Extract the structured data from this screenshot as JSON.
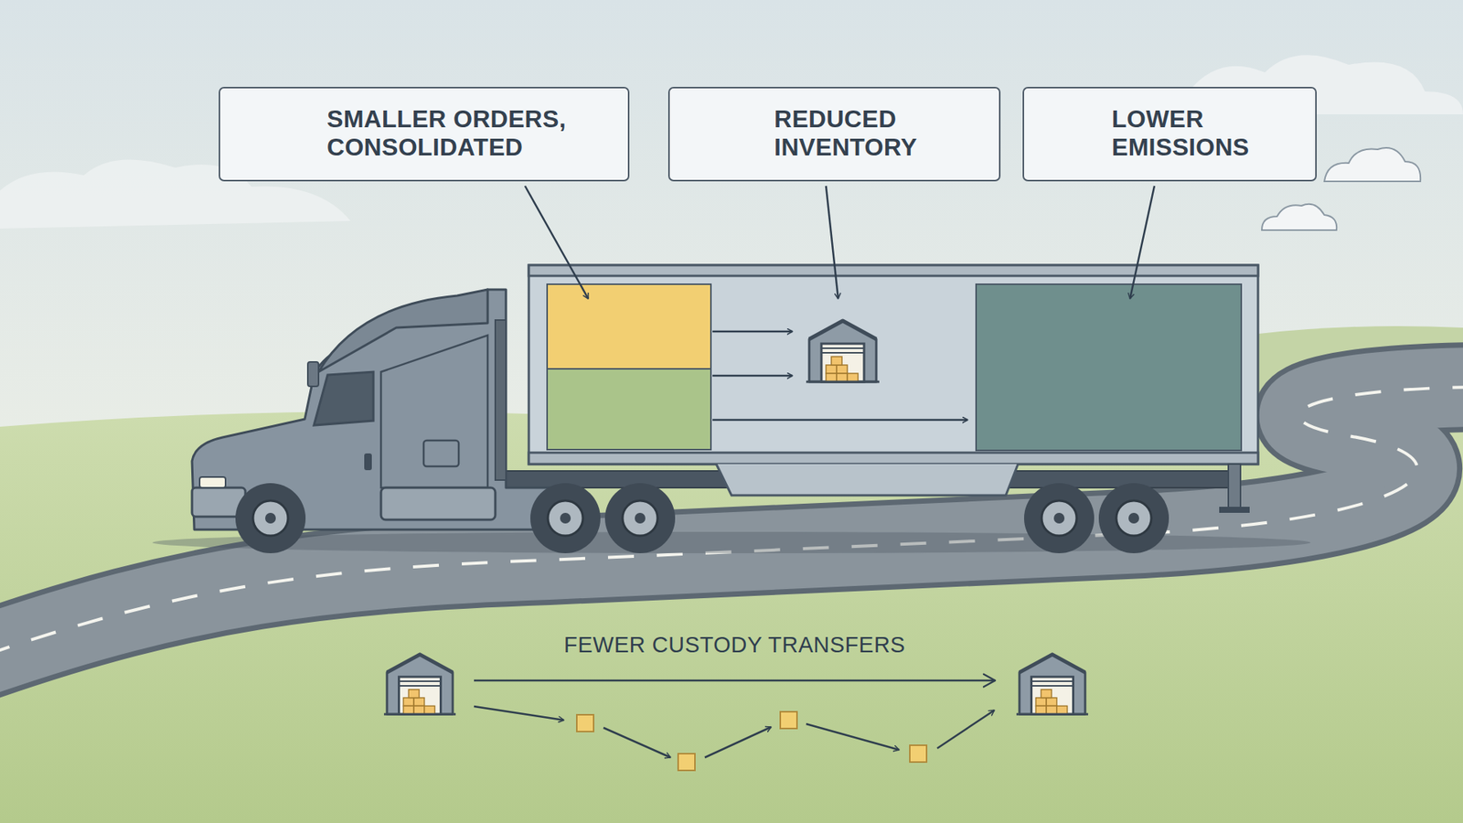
{
  "diagram": {
    "nodes": [
      {
        "text": [
          "SMALLER ORDERS, CONSOLIDATED"
        ]
      },
      {
        "text": [
          "REDUCED INVENTORY"
        ]
      },
      {
        "text": [
          "LOWER EMISSIONS"
        ]
      }
    ],
    "labels": [
      "FEWER CUSTODY TRANSFERS"
    ]
  }
}
